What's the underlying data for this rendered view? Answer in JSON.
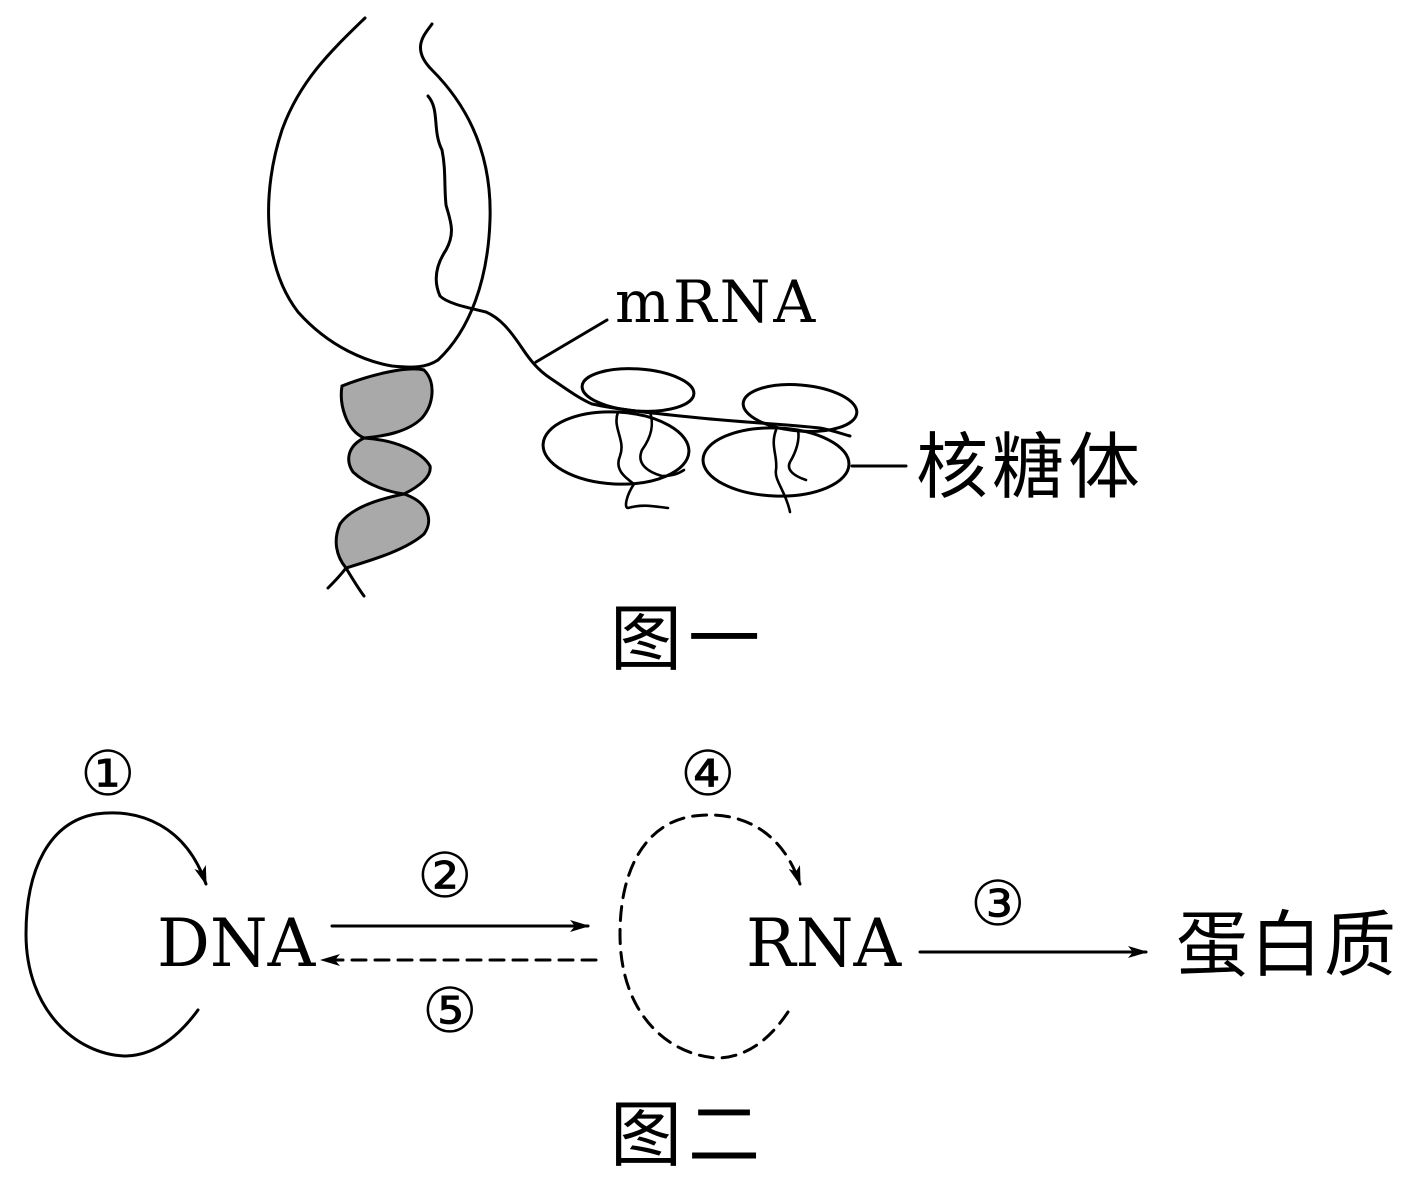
{
  "figure1": {
    "caption": "图一",
    "labels": {
      "mrna": "mRNA",
      "ribosome": "核糖体"
    }
  },
  "figure2": {
    "caption": "图二",
    "nodes": {
      "dna": "DNA",
      "rna": "RNA",
      "protein": "蛋白质"
    },
    "process_markers": {
      "p1": "①",
      "p2": "②",
      "p3": "③",
      "p4": "④",
      "p5": "⑤"
    },
    "dashed_processes": [
      "④",
      "⑤"
    ]
  }
}
